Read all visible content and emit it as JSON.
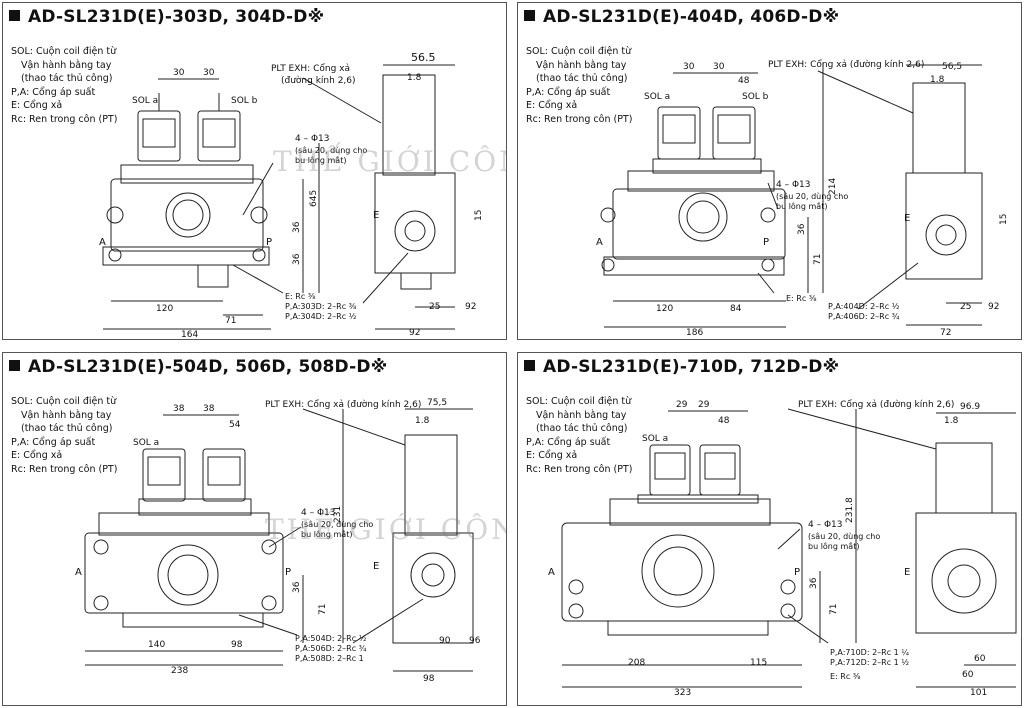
{
  "panels": [
    {
      "title": "AD-SL231D(E)-303D, 304D-D※",
      "legend": [
        "SOL: Cuộn coil điện từ",
        "Vận hành bằng tay",
        "(thao tác thủ công)",
        "P,A: Cổng áp suất",
        "E: Cổng xả",
        "Rc: Ren trong côn (PT)"
      ],
      "sol_a": "SOL a",
      "sol_b": "SOL b",
      "plt": "PLT EXH: Cổng xả",
      "plt2": "(đường kính 2,6)",
      "bolt": "4 – Φ13",
      "bolt2": "(sâu 20, dùng cho",
      "bolt3": "bu lông mắt)",
      "dims": {
        "top1": "30",
        "top2": "30",
        "w1": "120",
        "w2": "71",
        "w3": "164",
        "h1": "36",
        "h2": "36",
        "h3": "645",
        "side_w": "56.5",
        "side_o": "1.8",
        "side_b1": "25",
        "side_b2": "92",
        "side_b3": "92",
        "side_h": "15"
      },
      "ports": [
        "E: Rc ⅜",
        "P,A:303D: 2–Rc ⅜",
        "P,A:304D: 2–Rc ½"
      ]
    },
    {
      "title": "AD-SL231D(E)-404D, 406D-D※",
      "legend": [
        "SOL: Cuộn coil điện từ",
        "Vận hành bằng tay",
        "(thao tác thủ công)",
        "P,A: Cổng áp suất",
        "E: Cổng xả",
        "Rc: Ren trong côn (PT)"
      ],
      "sol_a": "SOL a",
      "sol_b": "SOL b",
      "plt": "PLT EXH: Cổng xả (đường kính 2,6)",
      "bolt": "4 – Φ13",
      "bolt2": "(sâu 20, dùng cho",
      "bolt3": "bu lông mắt)",
      "dims": {
        "top1": "30",
        "top2": "30",
        "top3": "48",
        "w1": "120",
        "w2": "84",
        "w3": "186",
        "h1": "36",
        "h2": "71",
        "h3": "214",
        "side_w": "56,5",
        "side_o": "1.8",
        "side_b1": "25",
        "side_b2": "92",
        "side_b3": "72",
        "side_h": "15"
      },
      "ports": [
        "E: Rc ⅜",
        "P,A:404D: 2–Rc ½",
        "P,A:406D: 2–Rc ¾"
      ]
    },
    {
      "title": "AD-SL231D(E)-504D, 506D, 508D-D※",
      "legend": [
        "SOL: Cuộn coil điện từ",
        "Vận hành bằng tay",
        "(thao tác thủ công)",
        "P,A: Cổng áp suất",
        "E: Cổng xả",
        "Rc: Ren trong côn (PT)"
      ],
      "sol_a": "SOL a",
      "sol_b": "",
      "plt": "PLT EXH: Cổng xả (đường kính 2,6)",
      "bolt": "4 – Φ13",
      "bolt2": "(sâu 20, dùng cho",
      "bolt3": "bu lông mắt)",
      "dims": {
        "top1": "38",
        "top2": "38",
        "top3": "54",
        "w1": "140",
        "w2": "98",
        "w3": "238",
        "h1": "36",
        "h2": "71",
        "h3": "231",
        "side_w": "75,5",
        "side_o": "1.8",
        "side_b1": "90",
        "side_b2": "96",
        "side_b3": "98",
        "side_h": ""
      },
      "ports": [
        "P,A:504D: 2–Rc ½",
        "P,A:506D: 2–Rc ¾",
        "P,A:508D: 2–Rc 1"
      ]
    },
    {
      "title": "AD-SL231D(E)-710D, 712D-D※",
      "legend": [
        "SOL: Cuộn coil điện từ",
        "Vận hành bằng tay",
        "(thao tác thủ công)",
        "P,A: Cổng áp suất",
        "E: Cổng xả",
        "Rc: Ren trong côn (PT)"
      ],
      "sol_a": "SOL a",
      "sol_b": "",
      "plt": "PLT EXH: Cổng xả (đường kính 2,6)",
      "bolt": "4 – Φ13",
      "bolt2": "(sâu 20, dùng cho",
      "bolt3": "bu lông mắt)",
      "dims": {
        "top1": "29",
        "top2": "29",
        "top3": "48",
        "w1": "208",
        "w2": "115",
        "w3": "323",
        "h1": "36",
        "h2": "71",
        "h3": "231.8",
        "side_w": "96.9",
        "side_o": "1.8",
        "side_b1": "60",
        "side_b2": "60",
        "side_b3": "101",
        "side_h": ""
      },
      "ports": [
        "P,A:710D: 2–Rc 1 ¼",
        "P,A:712D: 2–Rc 1 ½",
        "E: Rc ⅜"
      ]
    }
  ],
  "watermark": "THẾ GIỚI CÔNG NGHIỆP"
}
